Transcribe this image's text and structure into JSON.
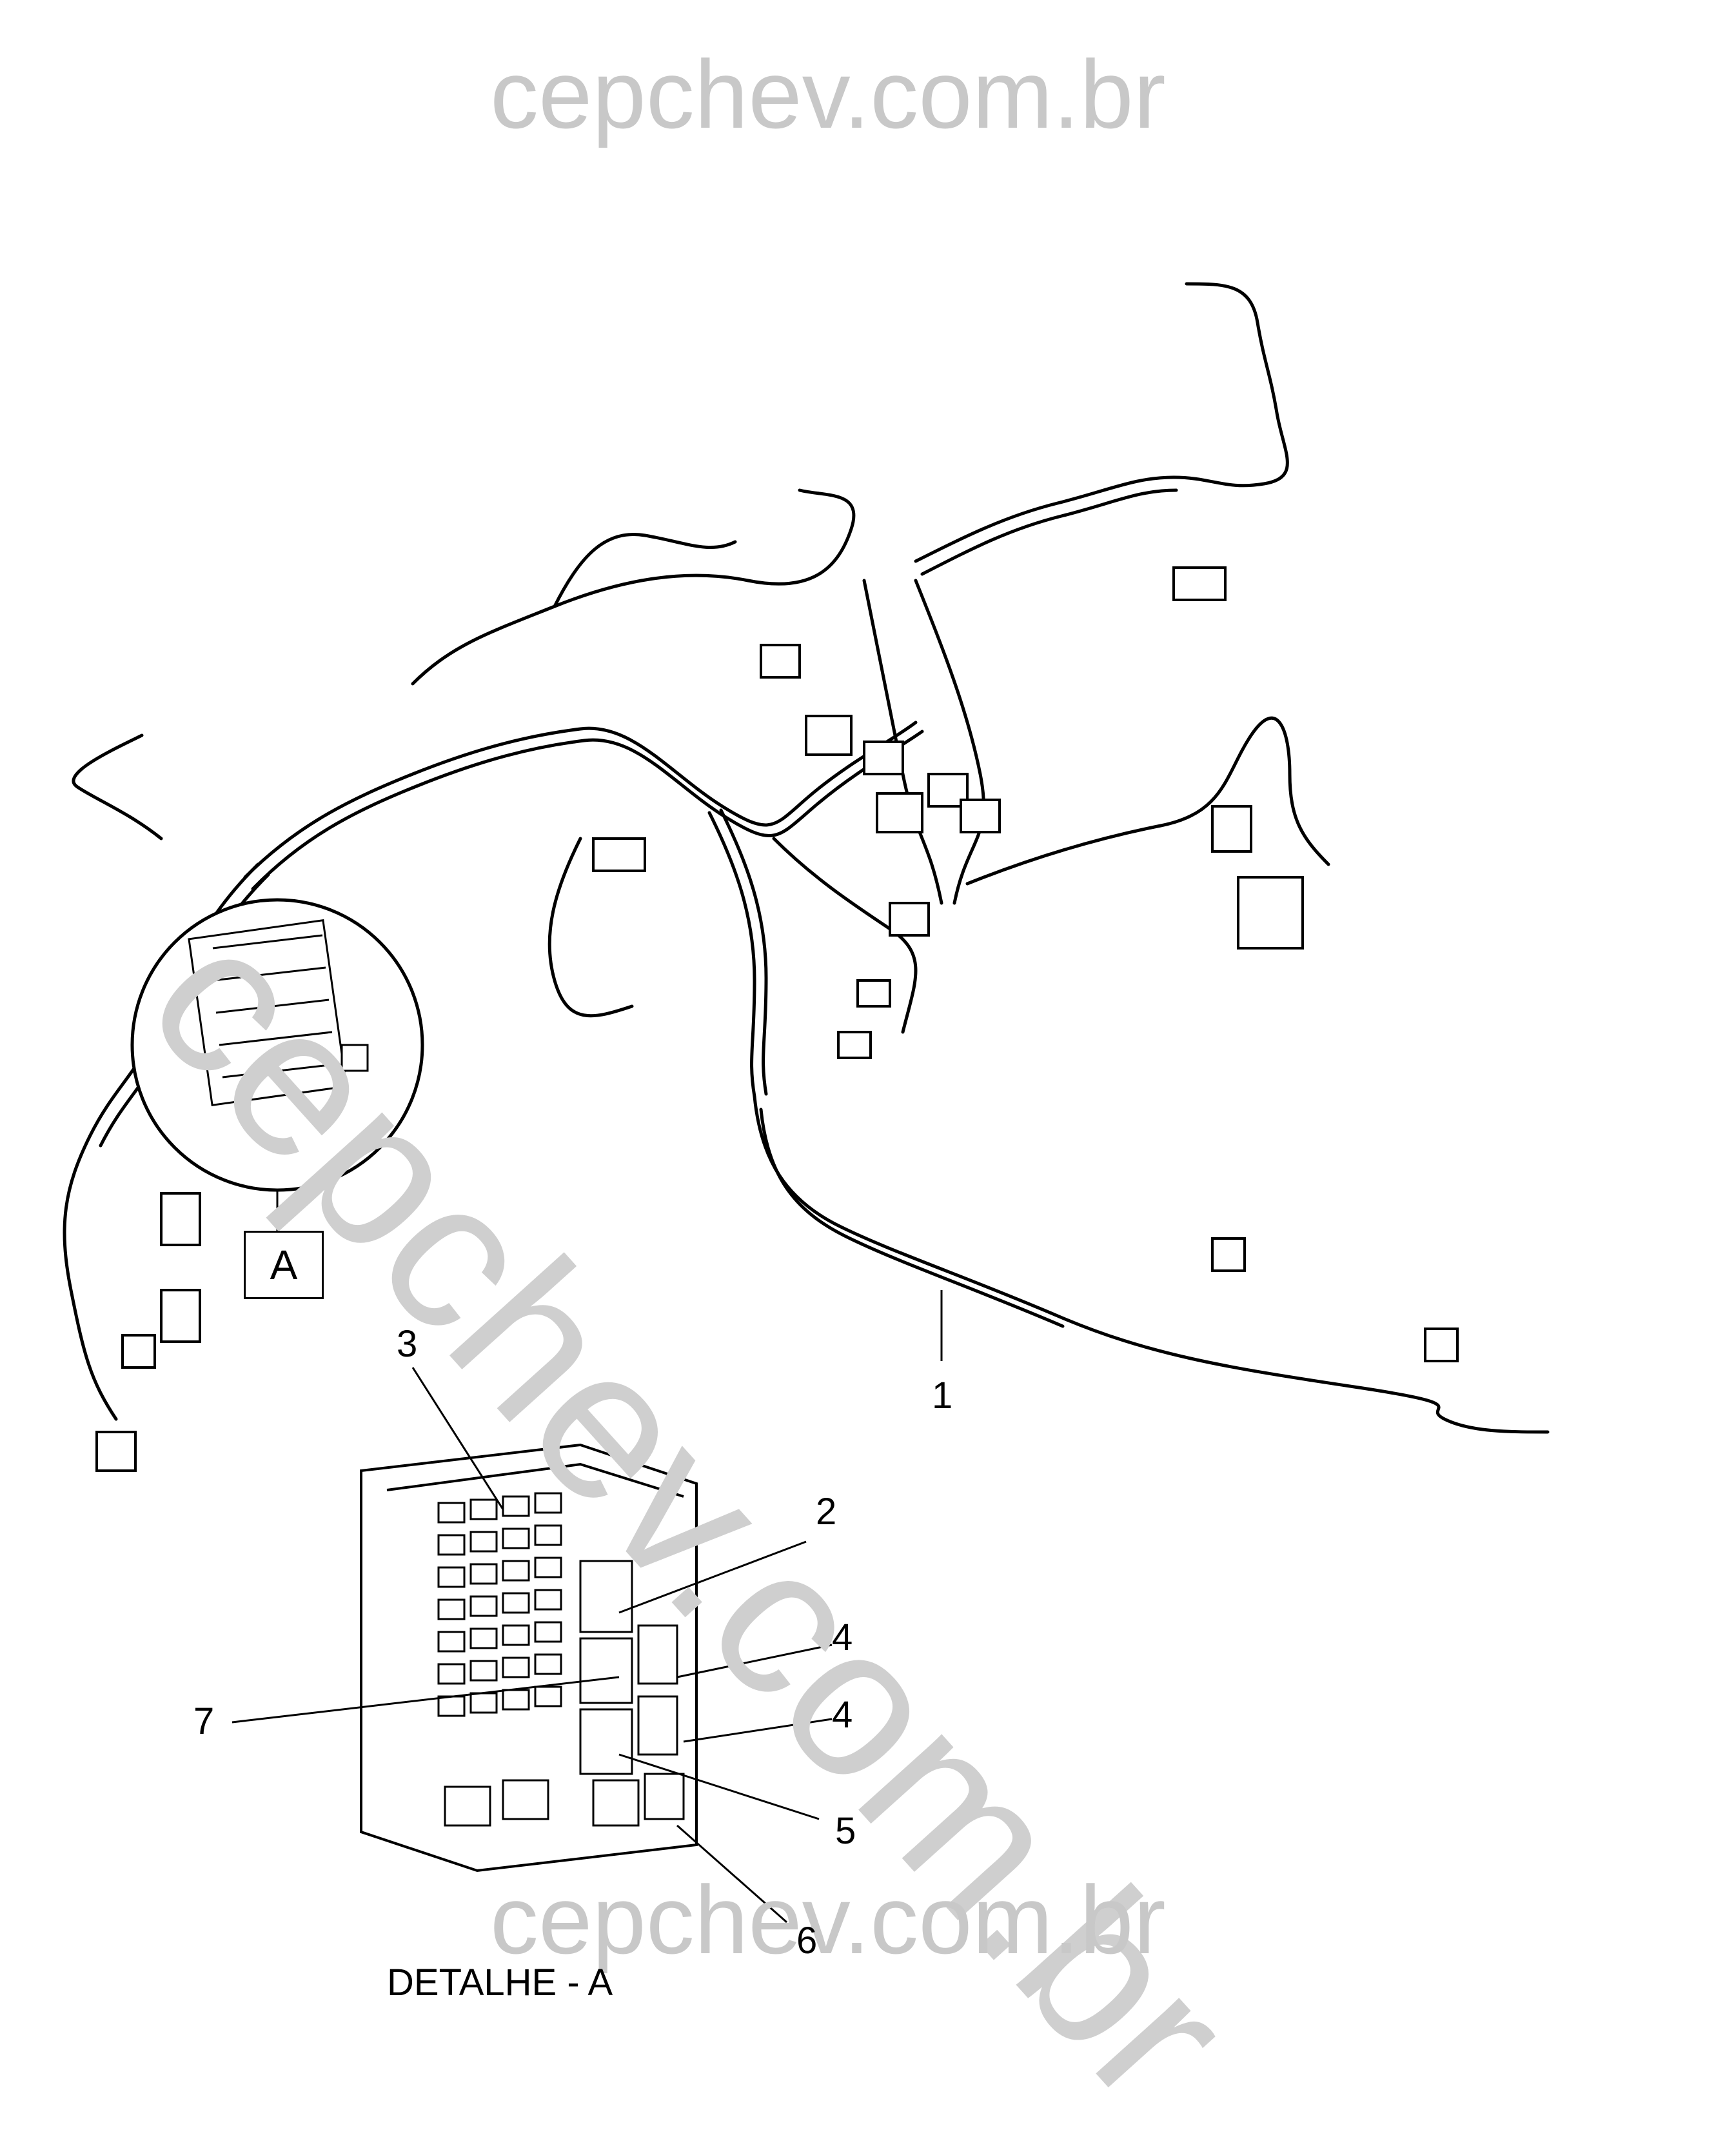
{
  "watermark": {
    "text": "cepchev.com.br"
  },
  "diagram": {
    "detail_marker": "A",
    "caption": "DETALHE - A",
    "callouts": [
      "1",
      "2",
      "3",
      "4",
      "4",
      "5",
      "6",
      "7"
    ]
  }
}
